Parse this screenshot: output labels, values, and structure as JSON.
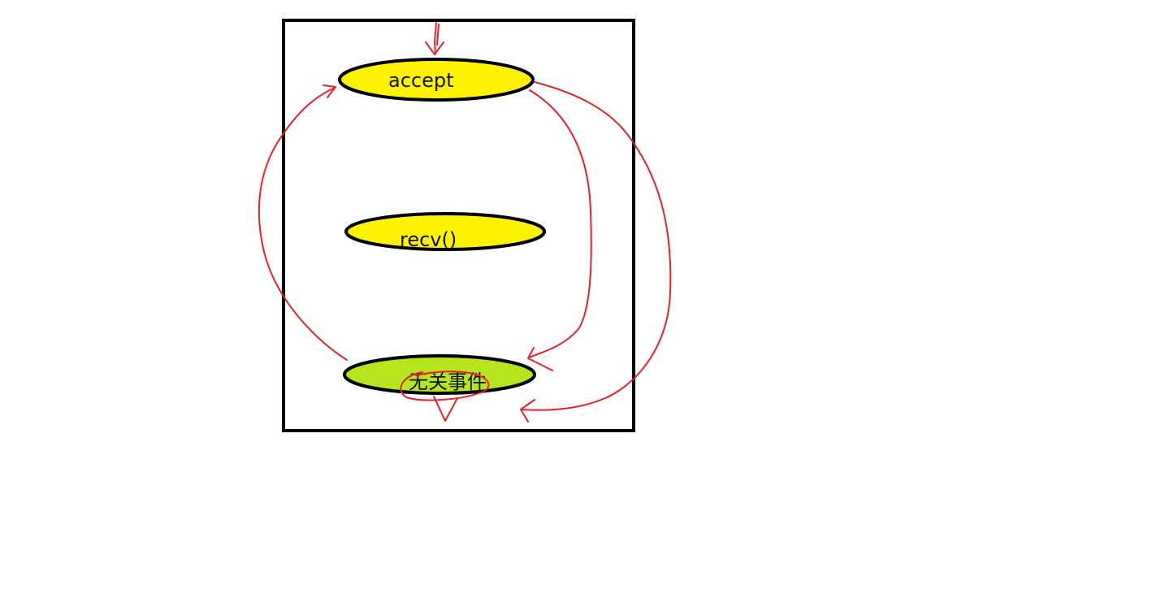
{
  "diagram": {
    "nodes": [
      {
        "id": "accept",
        "label": "accept",
        "fill": "#FFF200"
      },
      {
        "id": "recv",
        "label": "recv()",
        "fill": "#FFF200"
      },
      {
        "id": "unrelated",
        "label": "无关事件",
        "fill": "#B5E61D"
      }
    ],
    "edges": [
      {
        "from": "start",
        "to": "accept"
      },
      {
        "from": "unrelated",
        "to": "accept"
      },
      {
        "from": "accept",
        "to": "unrelated"
      },
      {
        "from": "accept",
        "to": "unrelated"
      },
      {
        "from": "unrelated",
        "to": "unrelated"
      }
    ]
  },
  "colors": {
    "border": "#000000",
    "arrow": "#E8202A"
  }
}
